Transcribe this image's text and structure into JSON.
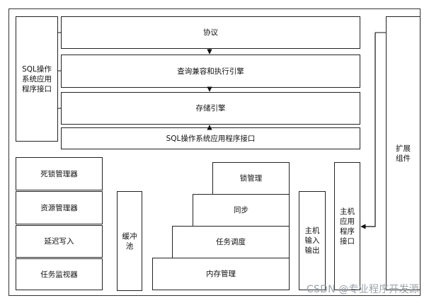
{
  "left_api": "SQL操作系统应用程序接口",
  "protocol": "协议",
  "query_engine": "查询兼容和执行引擎",
  "storage_engine": "存储引擎",
  "sql_os_api": "SQL操作系统应用程序接口",
  "extensions": "扩展组件",
  "deadlock_manager": "死锁管理器",
  "resource_manager": "资源管理器",
  "lazy_writer": "延迟写入",
  "task_monitor": "任务监视器",
  "buffer_pool": "缓冲池",
  "lock_manager": "锁管理",
  "sync": "同步",
  "task_scheduler": "任务调度",
  "memory_manager": "内存管理",
  "host_io": "主机输入输出",
  "host_api": "主机应用程序接口",
  "watermark": "CSDN @专业程序开发源"
}
